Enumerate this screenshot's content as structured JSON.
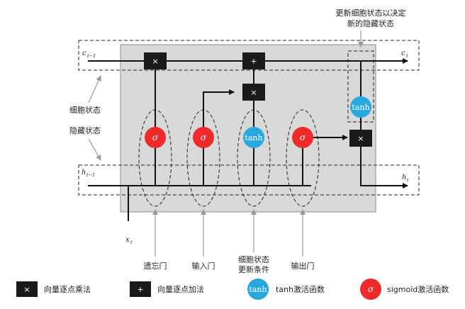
{
  "title_annotation": [
    "更新细胞状态以决定",
    "新的隐藏状态"
  ],
  "left_labels": {
    "cell_state": "细胞状态",
    "hidden_state": "隐藏状态"
  },
  "variables": {
    "c_prev": "c",
    "c_prev_sub": "t−1",
    "c_t": "c",
    "c_t_sub": "t",
    "h_prev": "h",
    "h_prev_sub": "t−1",
    "h_t": "h",
    "h_t_sub": "t",
    "x_t": "x",
    "x_t_sub": "t"
  },
  "operators": {
    "multiply": "×",
    "add": "+"
  },
  "gates": {
    "sigma": "σ",
    "tanh": "tanh"
  },
  "gate_labels": {
    "forget": "遗忘门",
    "input": "输入门",
    "cell_update": [
      "细胞状态",
      "更新条件"
    ],
    "output": "输出门"
  },
  "legend": {
    "multiply": "向量逐点乘法",
    "add": "向量逐点加法",
    "tanh_icon": "tanh",
    "tanh": "tanh激活函数",
    "sigmoid_icon": "σ",
    "sigmoid": "sigmoid激活函数"
  },
  "colors": {
    "sigmoid": "#ee2a2a",
    "tanh": "#29a8df",
    "panel": "#d9d9d9",
    "operator": "#1a1a1a"
  }
}
